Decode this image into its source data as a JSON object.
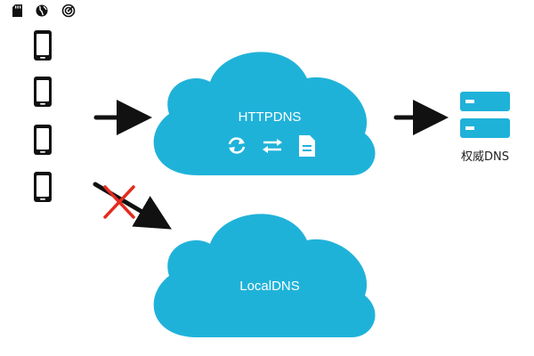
{
  "colors": {
    "cloud": "#1fb2d9",
    "arrow": "#111111",
    "blocked_x": "#e32b1f",
    "server": "#1fb2d9",
    "device": "#111111",
    "icon_white": "#ffffff"
  },
  "status_icons": [
    {
      "name": "sd-card-icon"
    },
    {
      "name": "globe-icon"
    },
    {
      "name": "radar-icon"
    }
  ],
  "devices": [
    {
      "name": "phone-1",
      "icon": "smartphone-icon"
    },
    {
      "name": "phone-2",
      "icon": "smartphone-icon"
    },
    {
      "name": "phone-3",
      "icon": "smartphone-icon"
    },
    {
      "name": "phone-4",
      "icon": "smartphone-icon"
    }
  ],
  "httpdns_cloud": {
    "label": "HTTPDNS",
    "icons": [
      "sync-icon",
      "swap-arrows-icon",
      "document-icon"
    ]
  },
  "localdns_cloud": {
    "label": "LocalDNS",
    "blocked": true
  },
  "authoritative_dns": {
    "label": "权威DNS",
    "icon": "server-icon"
  }
}
